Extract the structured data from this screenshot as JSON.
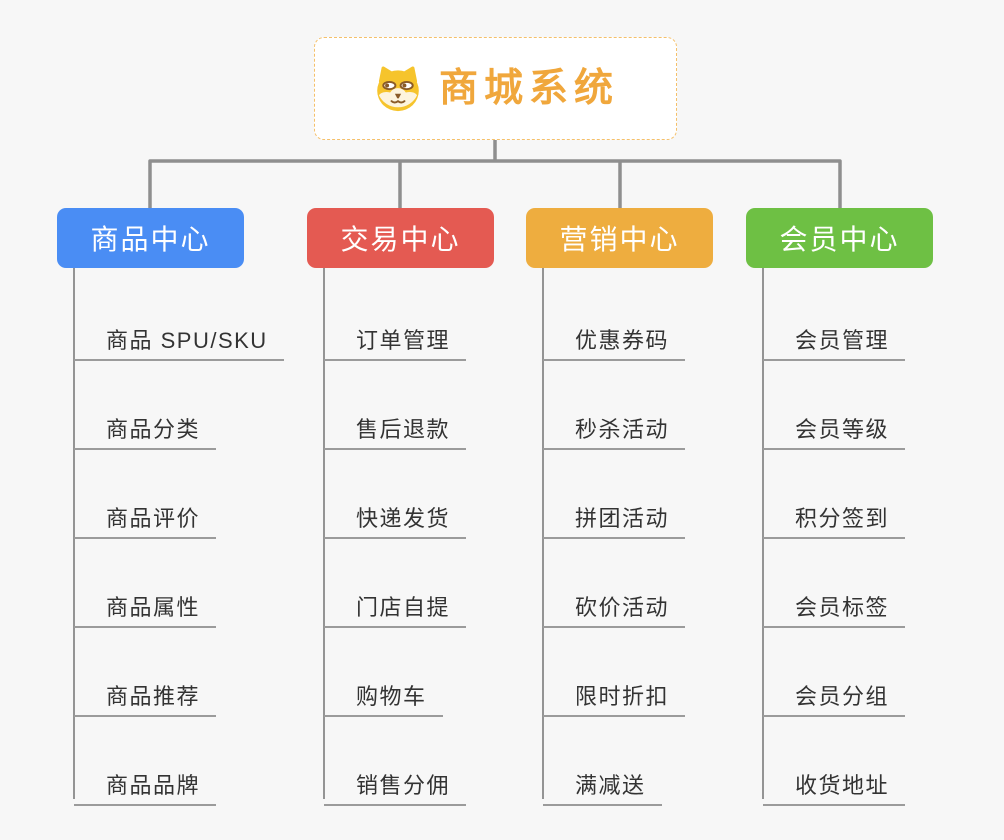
{
  "root": {
    "title": "商城系统",
    "icon": "shiba-dog-icon"
  },
  "branches": [
    {
      "label": "商品中心",
      "color": "#4a8df4",
      "items": [
        "商品 SPU/SKU",
        "商品分类",
        "商品评价",
        "商品属性",
        "商品推荐",
        "商品品牌"
      ]
    },
    {
      "label": "交易中心",
      "color": "#e45a52",
      "items": [
        "订单管理",
        "售后退款",
        "快递发货",
        "门店自提",
        "购物车",
        "销售分佣"
      ]
    },
    {
      "label": "营销中心",
      "color": "#eead3f",
      "items": [
        "优惠券码",
        "秒杀活动",
        "拼团活动",
        "砍价活动",
        "限时折扣",
        "满减送"
      ]
    },
    {
      "label": "会员中心",
      "color": "#6ec044",
      "items": [
        "会员管理",
        "会员等级",
        "积分签到",
        "会员标签",
        "会员分组",
        "收货地址"
      ]
    }
  ],
  "colors": {
    "background": "#f7f7f7",
    "root_text": "#f0a73c",
    "root_border": "#f5c06a",
    "connector": "#8f8f8f",
    "trunk": "#949494",
    "leaf_underline": "#9b9b9b",
    "leaf_text": "#333333"
  }
}
